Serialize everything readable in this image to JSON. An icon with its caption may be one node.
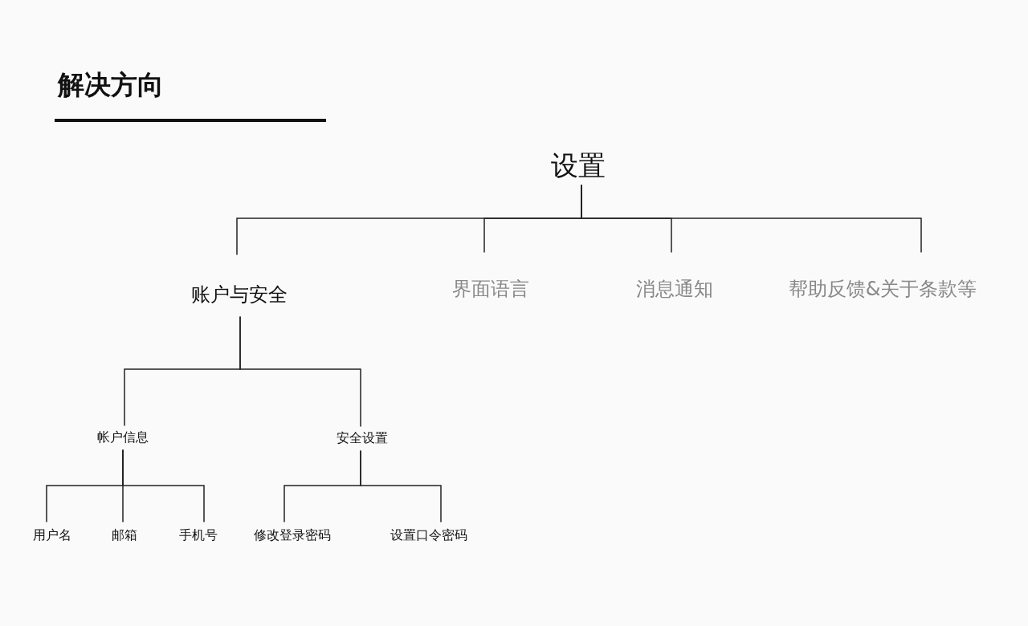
{
  "diagram": {
    "title": "解决方向",
    "nodes": [
      {
        "text": [
          "设置"
        ]
      },
      {
        "text": [
          "账户与安全"
        ]
      },
      {
        "text": [
          "界面语言"
        ]
      },
      {
        "text": [
          "消息通知"
        ]
      },
      {
        "text": [
          "帮助反馈&关于条款等"
        ]
      },
      {
        "text": [
          "帐户信息"
        ]
      },
      {
        "text": [
          "安全设置"
        ]
      },
      {
        "text": [
          "用户名"
        ]
      },
      {
        "text": [
          "邮箱"
        ]
      },
      {
        "text": [
          "手机号"
        ]
      },
      {
        "text": [
          "修改登录密码"
        ]
      },
      {
        "text": [
          "设置口令密码"
        ]
      }
    ],
    "edges": [
      {
        "from": 0,
        "to": 1,
        "arrow": "none"
      },
      {
        "from": 0,
        "to": 2,
        "arrow": "none"
      },
      {
        "from": 0,
        "to": 3,
        "arrow": "none"
      },
      {
        "from": 0,
        "to": 4,
        "arrow": "none"
      },
      {
        "from": 1,
        "to": 5,
        "arrow": "none"
      },
      {
        "from": 1,
        "to": 6,
        "arrow": "none"
      },
      {
        "from": 5,
        "to": 7,
        "arrow": "none"
      },
      {
        "from": 5,
        "to": 8,
        "arrow": "none"
      },
      {
        "from": 5,
        "to": 9,
        "arrow": "none"
      },
      {
        "from": 6,
        "to": 10,
        "arrow": "none"
      },
      {
        "from": 6,
        "to": 11,
        "arrow": "none"
      }
    ]
  }
}
